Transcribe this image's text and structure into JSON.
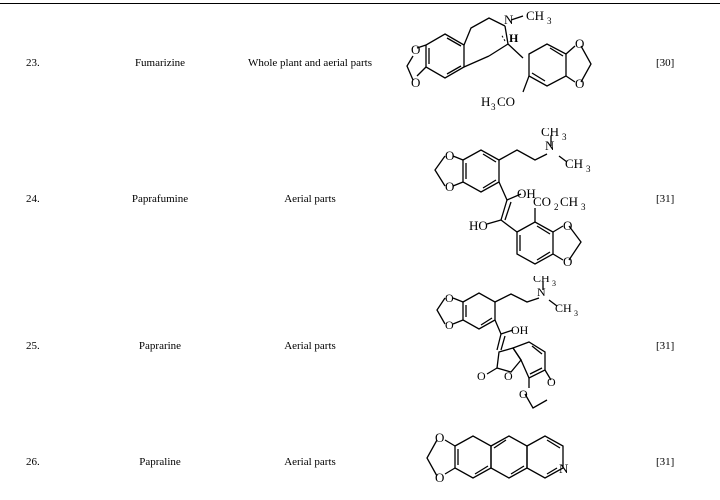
{
  "rows": [
    {
      "number": "23.",
      "compound": "Fumarizine",
      "part_used": "Whole plant and aerial parts",
      "reference": "[30]",
      "structure_labels": {
        "n": "N",
        "nmethyl": "CH",
        "nmethyl_sub": "3",
        "h": "H",
        "ome": "H",
        "ome_sub": "3",
        "ome_rest": "CO",
        "o1": "O",
        "o2": "O",
        "o3": "O",
        "o4": "O"
      }
    },
    {
      "number": "24.",
      "compound": "Paprafumine",
      "part_used": "Aerial parts",
      "reference": "[31]",
      "structure_labels": {
        "n": "N",
        "me1": "CH",
        "me1_sub": "3",
        "me2": "CH",
        "me2_sub": "3",
        "oh1": "OH",
        "oh2": "HO",
        "ester": "CO",
        "ester_sub": "2",
        "ester_me": "CH",
        "ester_me_sub": "3",
        "o1": "O",
        "o2": "O",
        "o3": "O",
        "o4": "O"
      }
    },
    {
      "number": "25.",
      "compound": "Paprarine",
      "part_used": "Aerial parts",
      "reference": "[31]",
      "structure_labels": {
        "n": "N",
        "me1": "CH",
        "me1_sub": "3",
        "me2": "CH",
        "me2_sub": "3",
        "oh": "OH",
        "carbonyl": "O",
        "lactone_o": "O",
        "o1": "O",
        "o2": "O",
        "o3": "O",
        "o4": "O"
      }
    },
    {
      "number": "26.",
      "compound": "Papraline",
      "part_used": "Aerial parts",
      "reference": "[31]",
      "structure_labels": {
        "n": "N",
        "o1": "O",
        "o2": "O"
      }
    }
  ]
}
